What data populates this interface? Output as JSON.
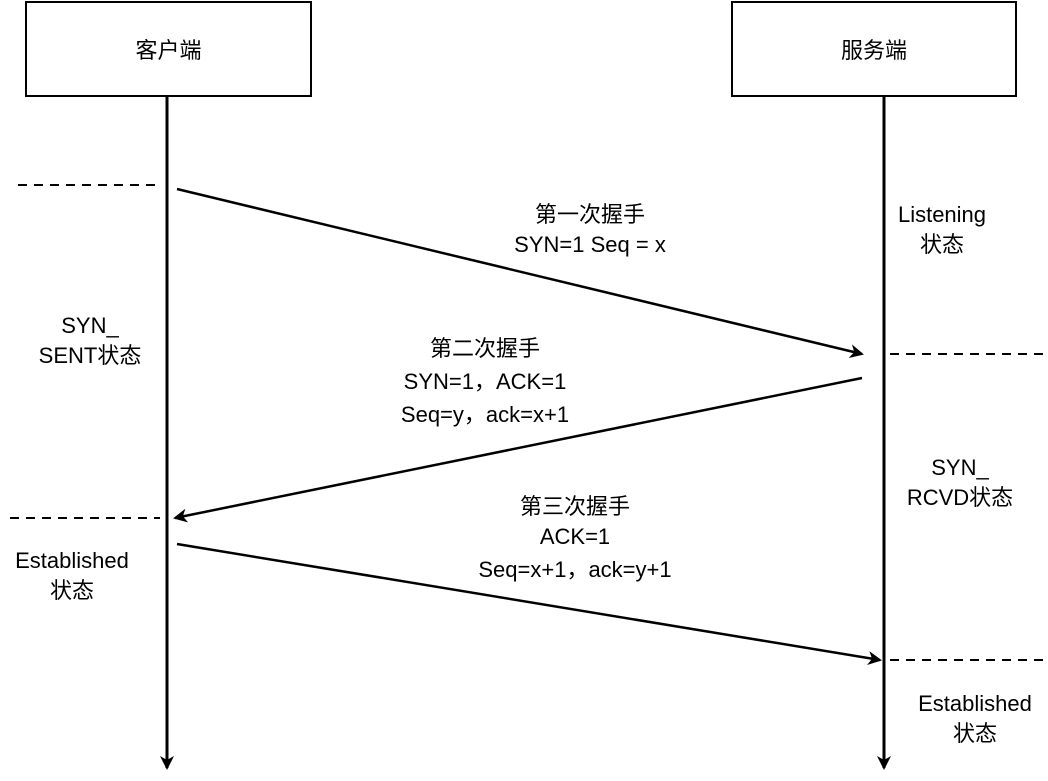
{
  "actors": {
    "client": {
      "label": "客户端"
    },
    "server": {
      "label": "服务端"
    }
  },
  "messages": [
    {
      "id": "handshake-1",
      "direction": "client-to-server",
      "lines": [
        "第一次握手",
        "SYN=1 Seq = x"
      ]
    },
    {
      "id": "handshake-2",
      "direction": "server-to-client",
      "lines": [
        "第二次握手",
        "SYN=1，ACK=1",
        "Seq=y，ack=x+1"
      ]
    },
    {
      "id": "handshake-3",
      "direction": "client-to-server",
      "lines": [
        "第三次握手",
        "ACK=1",
        "Seq=x+1，ack=y+1"
      ]
    }
  ],
  "states": {
    "server_listening": [
      "Listening",
      "状态"
    ],
    "client_syn_sent": [
      "SYN_",
      "SENT状态"
    ],
    "server_syn_rcvd": [
      "SYN_",
      "RCVD状态"
    ],
    "client_established": [
      "Established",
      "状态"
    ],
    "server_established": [
      "Established",
      "状态"
    ]
  },
  "colors": {
    "stroke": "#000000",
    "background": "#ffffff"
  }
}
